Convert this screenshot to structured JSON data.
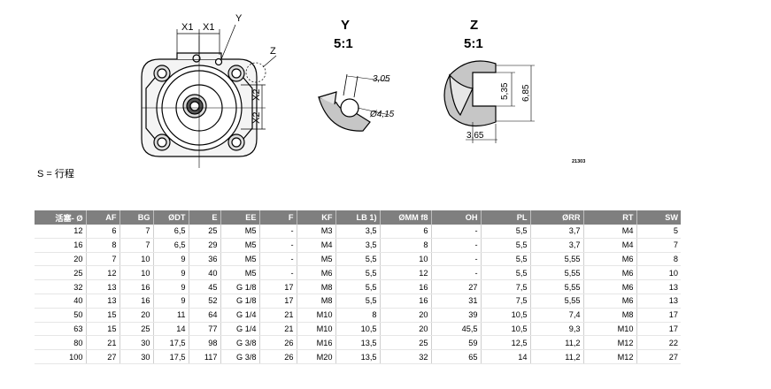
{
  "drawing": {
    "front_view_labels": {
      "x1_left": "X1",
      "x1_right": "X1",
      "y_marker": "Y",
      "z_marker": "Z",
      "x2_upper": "X2",
      "x2_lower": "X2"
    },
    "detail_y": {
      "title": "Y",
      "scale": "5:1",
      "dim_width": "3,05",
      "dim_diameter": "Ø4,15"
    },
    "detail_z": {
      "title": "Z",
      "scale": "5:1",
      "dim_inner": "5,35",
      "dim_outer": "6,85",
      "dim_depth": "3,65"
    },
    "drawing_number": "21303"
  },
  "stroke_note": "S = 行程",
  "table": {
    "headers": [
      "活塞- Ø",
      "AF",
      "BG",
      "ØDT",
      "E",
      "EE",
      "F",
      "KF",
      "LB 1)",
      "ØMM f8",
      "OH",
      "PL",
      "ØRR",
      "RT",
      "SW"
    ],
    "rows": [
      [
        "12",
        "6",
        "7",
        "6,5",
        "25",
        "M5",
        "-",
        "M3",
        "3,5",
        "6",
        "-",
        "5,5",
        "3,7",
        "M4",
        "5"
      ],
      [
        "16",
        "8",
        "7",
        "6,5",
        "29",
        "M5",
        "-",
        "M4",
        "3,5",
        "8",
        "-",
        "5,5",
        "3,7",
        "M4",
        "7"
      ],
      [
        "20",
        "7",
        "10",
        "9",
        "36",
        "M5",
        "-",
        "M5",
        "5,5",
        "10",
        "-",
        "5,5",
        "5,55",
        "M6",
        "8"
      ],
      [
        "25",
        "12",
        "10",
        "9",
        "40",
        "M5",
        "-",
        "M6",
        "5,5",
        "12",
        "-",
        "5,5",
        "5,55",
        "M6",
        "10"
      ],
      [
        "32",
        "13",
        "16",
        "9",
        "45",
        "G 1/8",
        "17",
        "M8",
        "5,5",
        "16",
        "27",
        "7,5",
        "5,55",
        "M6",
        "13"
      ],
      [
        "40",
        "13",
        "16",
        "9",
        "52",
        "G 1/8",
        "17",
        "M8",
        "5,5",
        "16",
        "31",
        "7,5",
        "5,55",
        "M6",
        "13"
      ],
      [
        "50",
        "15",
        "20",
        "11",
        "64",
        "G 1/4",
        "21",
        "M10",
        "8",
        "20",
        "39",
        "10,5",
        "7,4",
        "M8",
        "17"
      ],
      [
        "63",
        "15",
        "25",
        "14",
        "77",
        "G 1/4",
        "21",
        "M10",
        "10,5",
        "20",
        "45,5",
        "10,5",
        "9,3",
        "M10",
        "17"
      ],
      [
        "80",
        "21",
        "30",
        "17,5",
        "98",
        "G 3/8",
        "26",
        "M16",
        "13,5",
        "25",
        "59",
        "12,5",
        "11,2",
        "M12",
        "22"
      ],
      [
        "100",
        "27",
        "30",
        "17,5",
        "117",
        "G 3/8",
        "26",
        "M20",
        "13,5",
        "32",
        "65",
        "14",
        "11,2",
        "M12",
        "27"
      ]
    ]
  }
}
